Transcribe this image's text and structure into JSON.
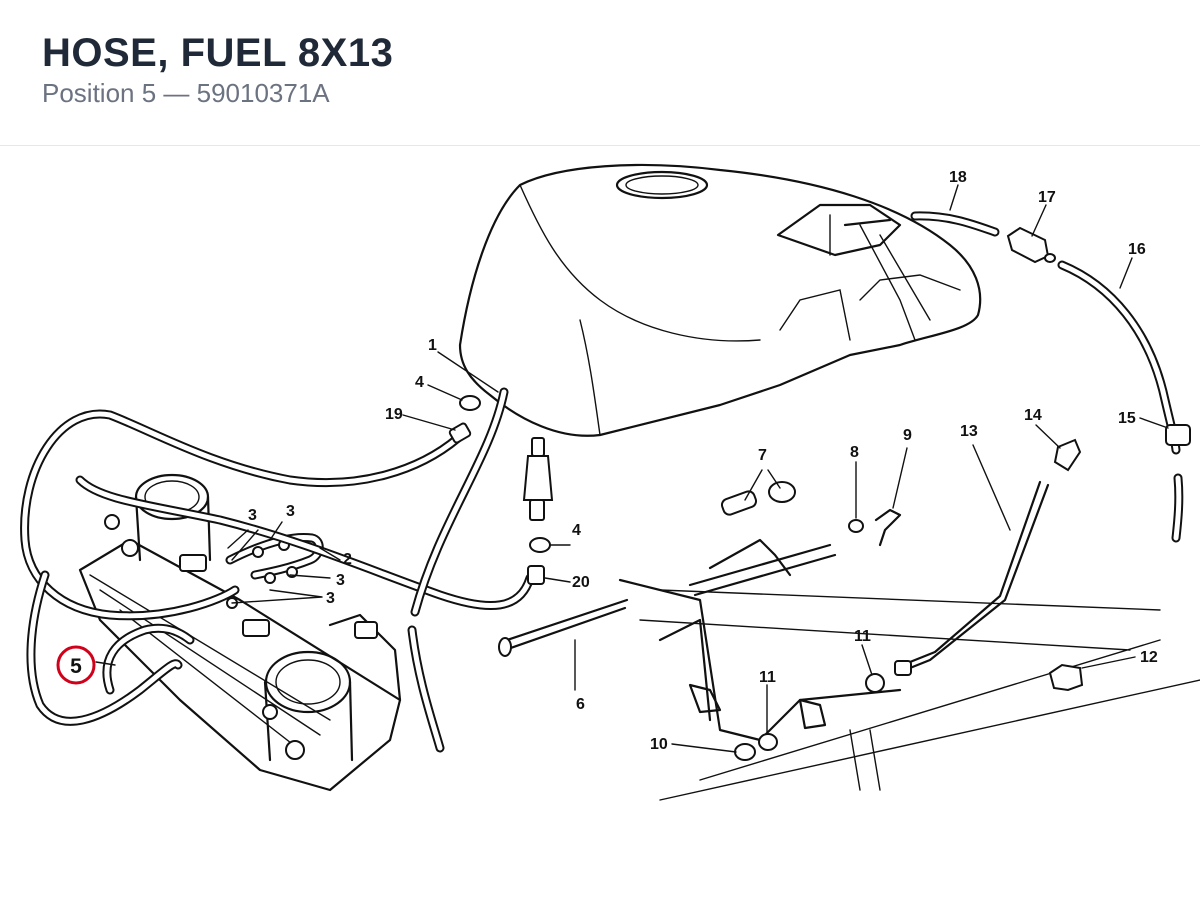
{
  "header": {
    "title": "HOSE, FUEL 8X13",
    "subtitle": "Position 5 — 59010371A"
  },
  "highlight": {
    "label": "5",
    "ring_color": "#d0021b"
  },
  "callouts": {
    "c1": "1",
    "c2": "2",
    "c3a": "3",
    "c3b": "3",
    "c3c": "3",
    "c3d": "3",
    "c4a": "4",
    "c4b": "4",
    "c6": "6",
    "c7": "7",
    "c8": "8",
    "c9": "9",
    "c10": "10",
    "c11a": "11",
    "c11b": "11",
    "c12": "12",
    "c13": "13",
    "c14": "14",
    "c15": "15",
    "c16": "16",
    "c17": "17",
    "c18": "18",
    "c19": "19",
    "c20": "20"
  }
}
